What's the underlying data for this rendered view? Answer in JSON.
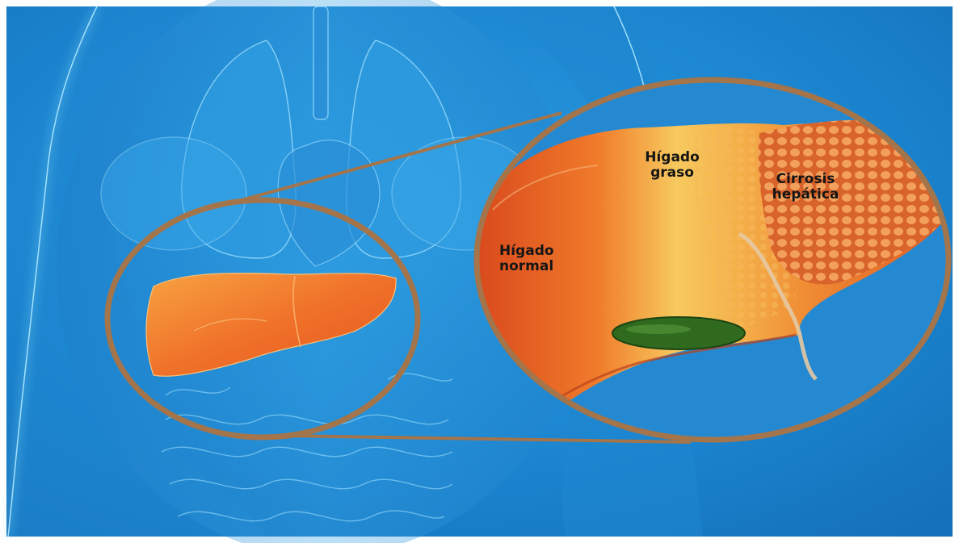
{
  "labels": {
    "normal": {
      "line1": "Hígado",
      "line2": "normal"
    },
    "fatty": {
      "line1": "Hígado",
      "line2": "graso"
    },
    "cirrhosis": {
      "line1": "Cirrosis",
      "line2": "hepática"
    }
  },
  "colors": {
    "background": "#1b84cf",
    "body_glow": "#7fd4ff",
    "callout_ring": "#a4744a",
    "liver_orange": "#f06a20",
    "liver_yellow": "#f6c25a",
    "gallbladder": "#2f6a1e"
  }
}
